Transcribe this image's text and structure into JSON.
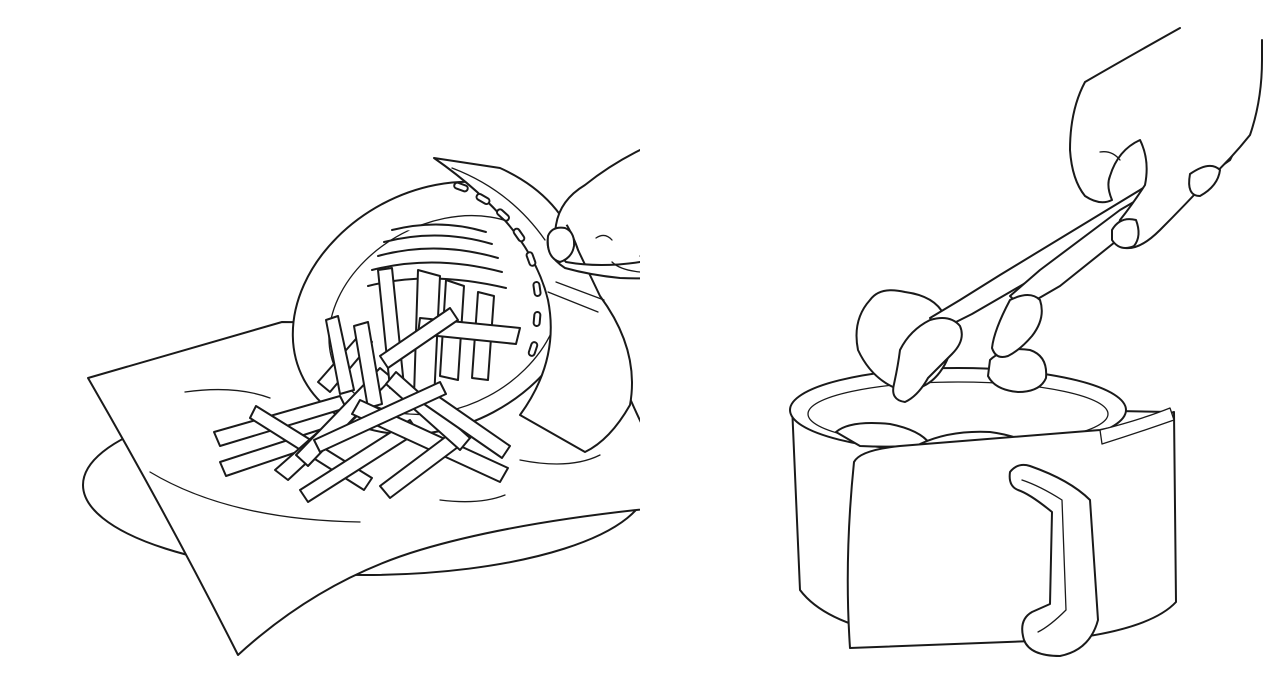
{
  "colors": {
    "background": "#ffffff",
    "ink": "#1a1a1a",
    "fill": "#ffffff"
  },
  "illustrations": [
    {
      "subject": "emptying-fries-from-air-fryer-basket",
      "icon": "air-fryer-basket-pouring-fries-illustration"
    },
    {
      "subject": "tongs-lifting-food-from-air-fryer-basket",
      "icon": "tongs-lifting-food-illustration"
    }
  ]
}
